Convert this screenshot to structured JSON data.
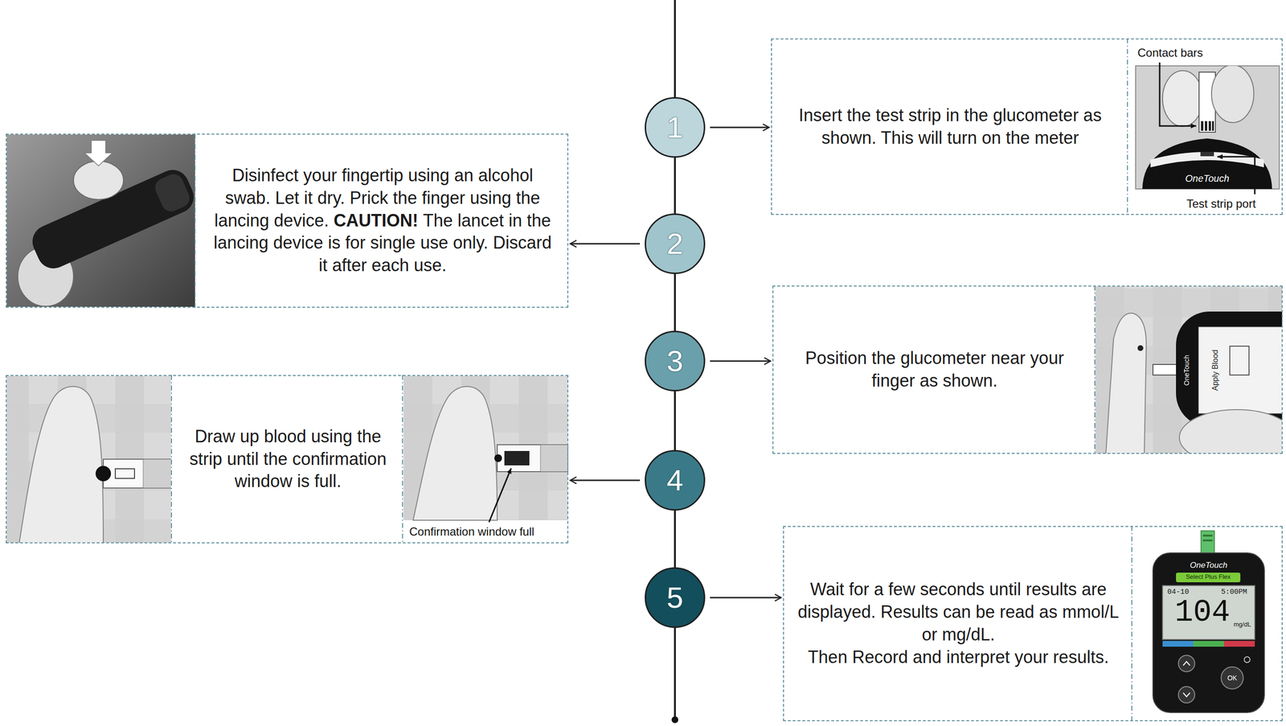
{
  "diagram": {
    "nodes": [
      {
        "text": [
          "1"
        ]
      },
      {
        "text": [
          "Insert the test strip in the glucometer as shown. This will turn on the meter"
        ]
      },
      {
        "text": [
          "2"
        ]
      },
      {
        "text": [
          "Disinfect your fingertip using an alcohol swab. Let it dry. Prick the finger using the lancing device.",
          "CAUTION!",
          "The lancet in the lancing device is for single use only. Discard it after each use."
        ]
      },
      {
        "text": [
          "3"
        ]
      },
      {
        "text": [
          "Position the glucometer near your finger as shown."
        ]
      },
      {
        "text": [
          "4"
        ]
      },
      {
        "text": [
          "Draw up blood using the strip until the confirmation window is full."
        ]
      },
      {
        "text": [
          "5"
        ]
      },
      {
        "text": [
          "Wait for a few seconds until results are displayed. Results can be read as mmol/L or mg/dL.",
          "Then Record and interpret your results."
        ]
      }
    ],
    "edges": [
      {
        "from": 0,
        "to": 1,
        "arrow": "to"
      },
      {
        "from": 0,
        "to": 2,
        "arrow": "none"
      },
      {
        "from": 2,
        "to": 3,
        "arrow": "to"
      },
      {
        "from": 2,
        "to": 4,
        "arrow": "none"
      },
      {
        "from": 4,
        "to": 5,
        "arrow": "to"
      },
      {
        "from": 4,
        "to": 6,
        "arrow": "none"
      },
      {
        "from": 6,
        "to": 7,
        "arrow": "to"
      },
      {
        "from": 6,
        "to": 8,
        "arrow": "none"
      },
      {
        "from": 8,
        "to": 9,
        "arrow": "to"
      }
    ],
    "labels": [
      "Contact bars",
      "Test strip port",
      "OneTouch",
      "OneTouch",
      "Apply Blood",
      "Confirmation window full",
      "OneTouch",
      "Select Plus Flex",
      "04-10",
      "5:00PM",
      "104",
      "mg/dL",
      "OK"
    ]
  }
}
